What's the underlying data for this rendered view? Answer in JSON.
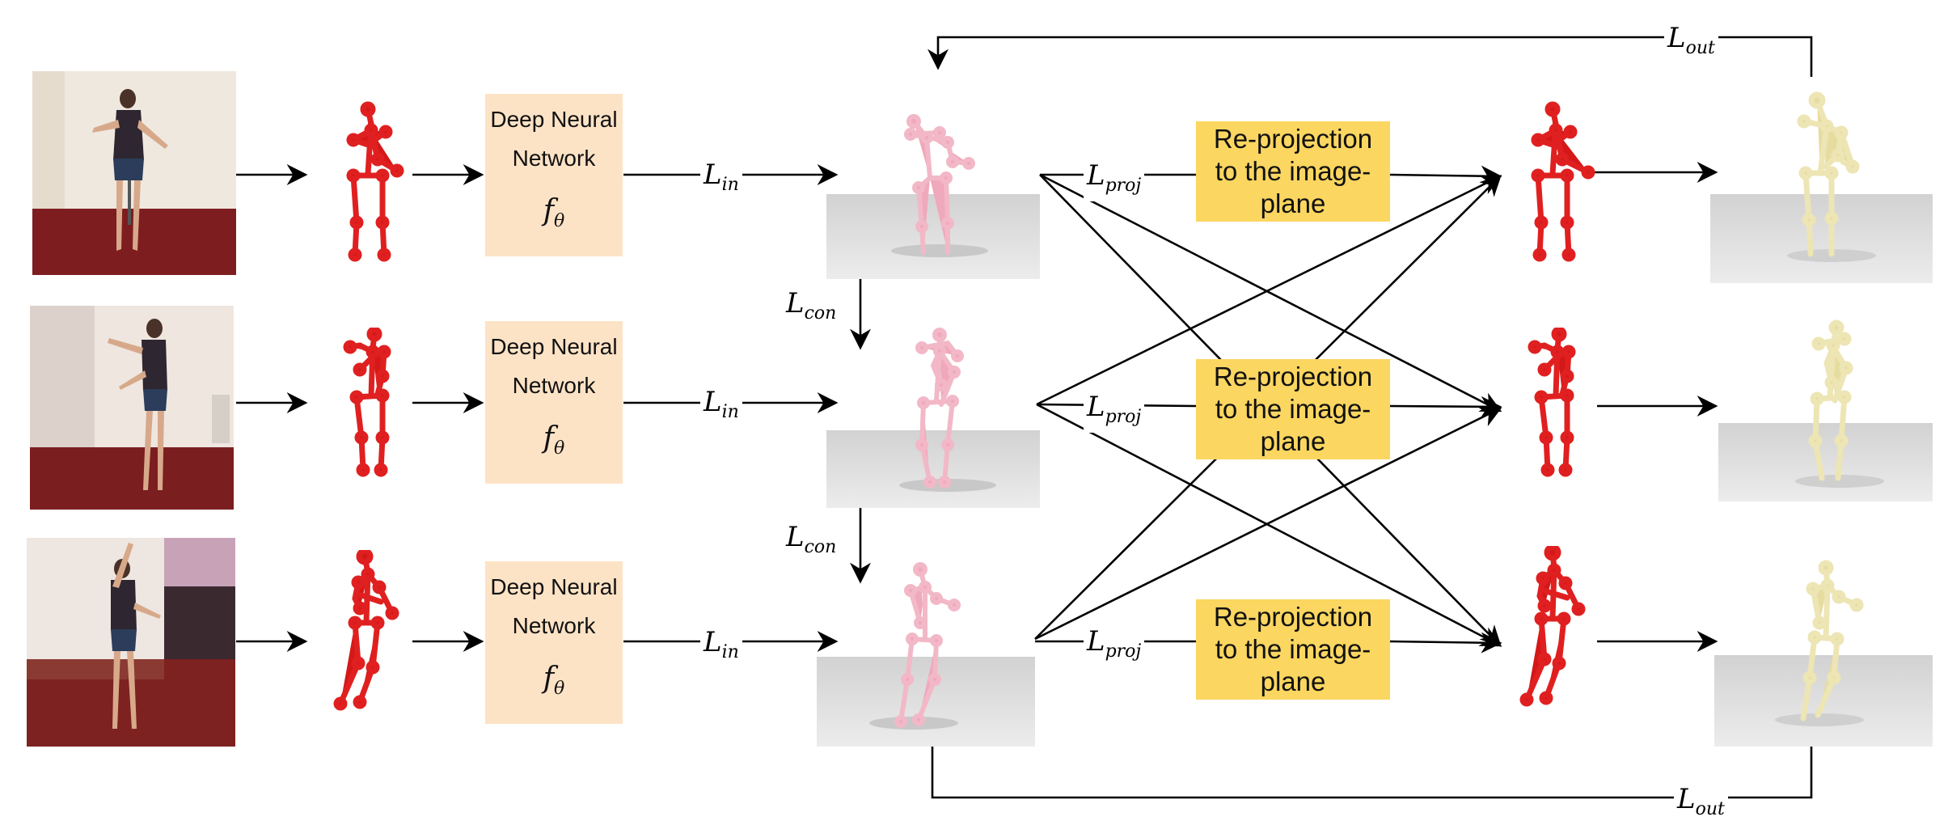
{
  "blocks": {
    "dnn_line1": "Deep Neural",
    "dnn_line2": "Network",
    "dnn_func": "f",
    "dnn_func_sub": "θ",
    "reproj_line1": "Re-projection",
    "reproj_line2": "to the image-",
    "reproj_line3": "plane"
  },
  "losses": {
    "L": "L",
    "in": "in",
    "proj": "proj",
    "con": "con",
    "out": "out"
  },
  "colors": {
    "dnn_box": "#fde3c6",
    "reproj_box": "#fbd660",
    "skeleton_2d": "#e02020",
    "skeleton_3d": "#f2b8c8",
    "skeleton_out": "#ede5b4",
    "arrow": "#000000"
  }
}
